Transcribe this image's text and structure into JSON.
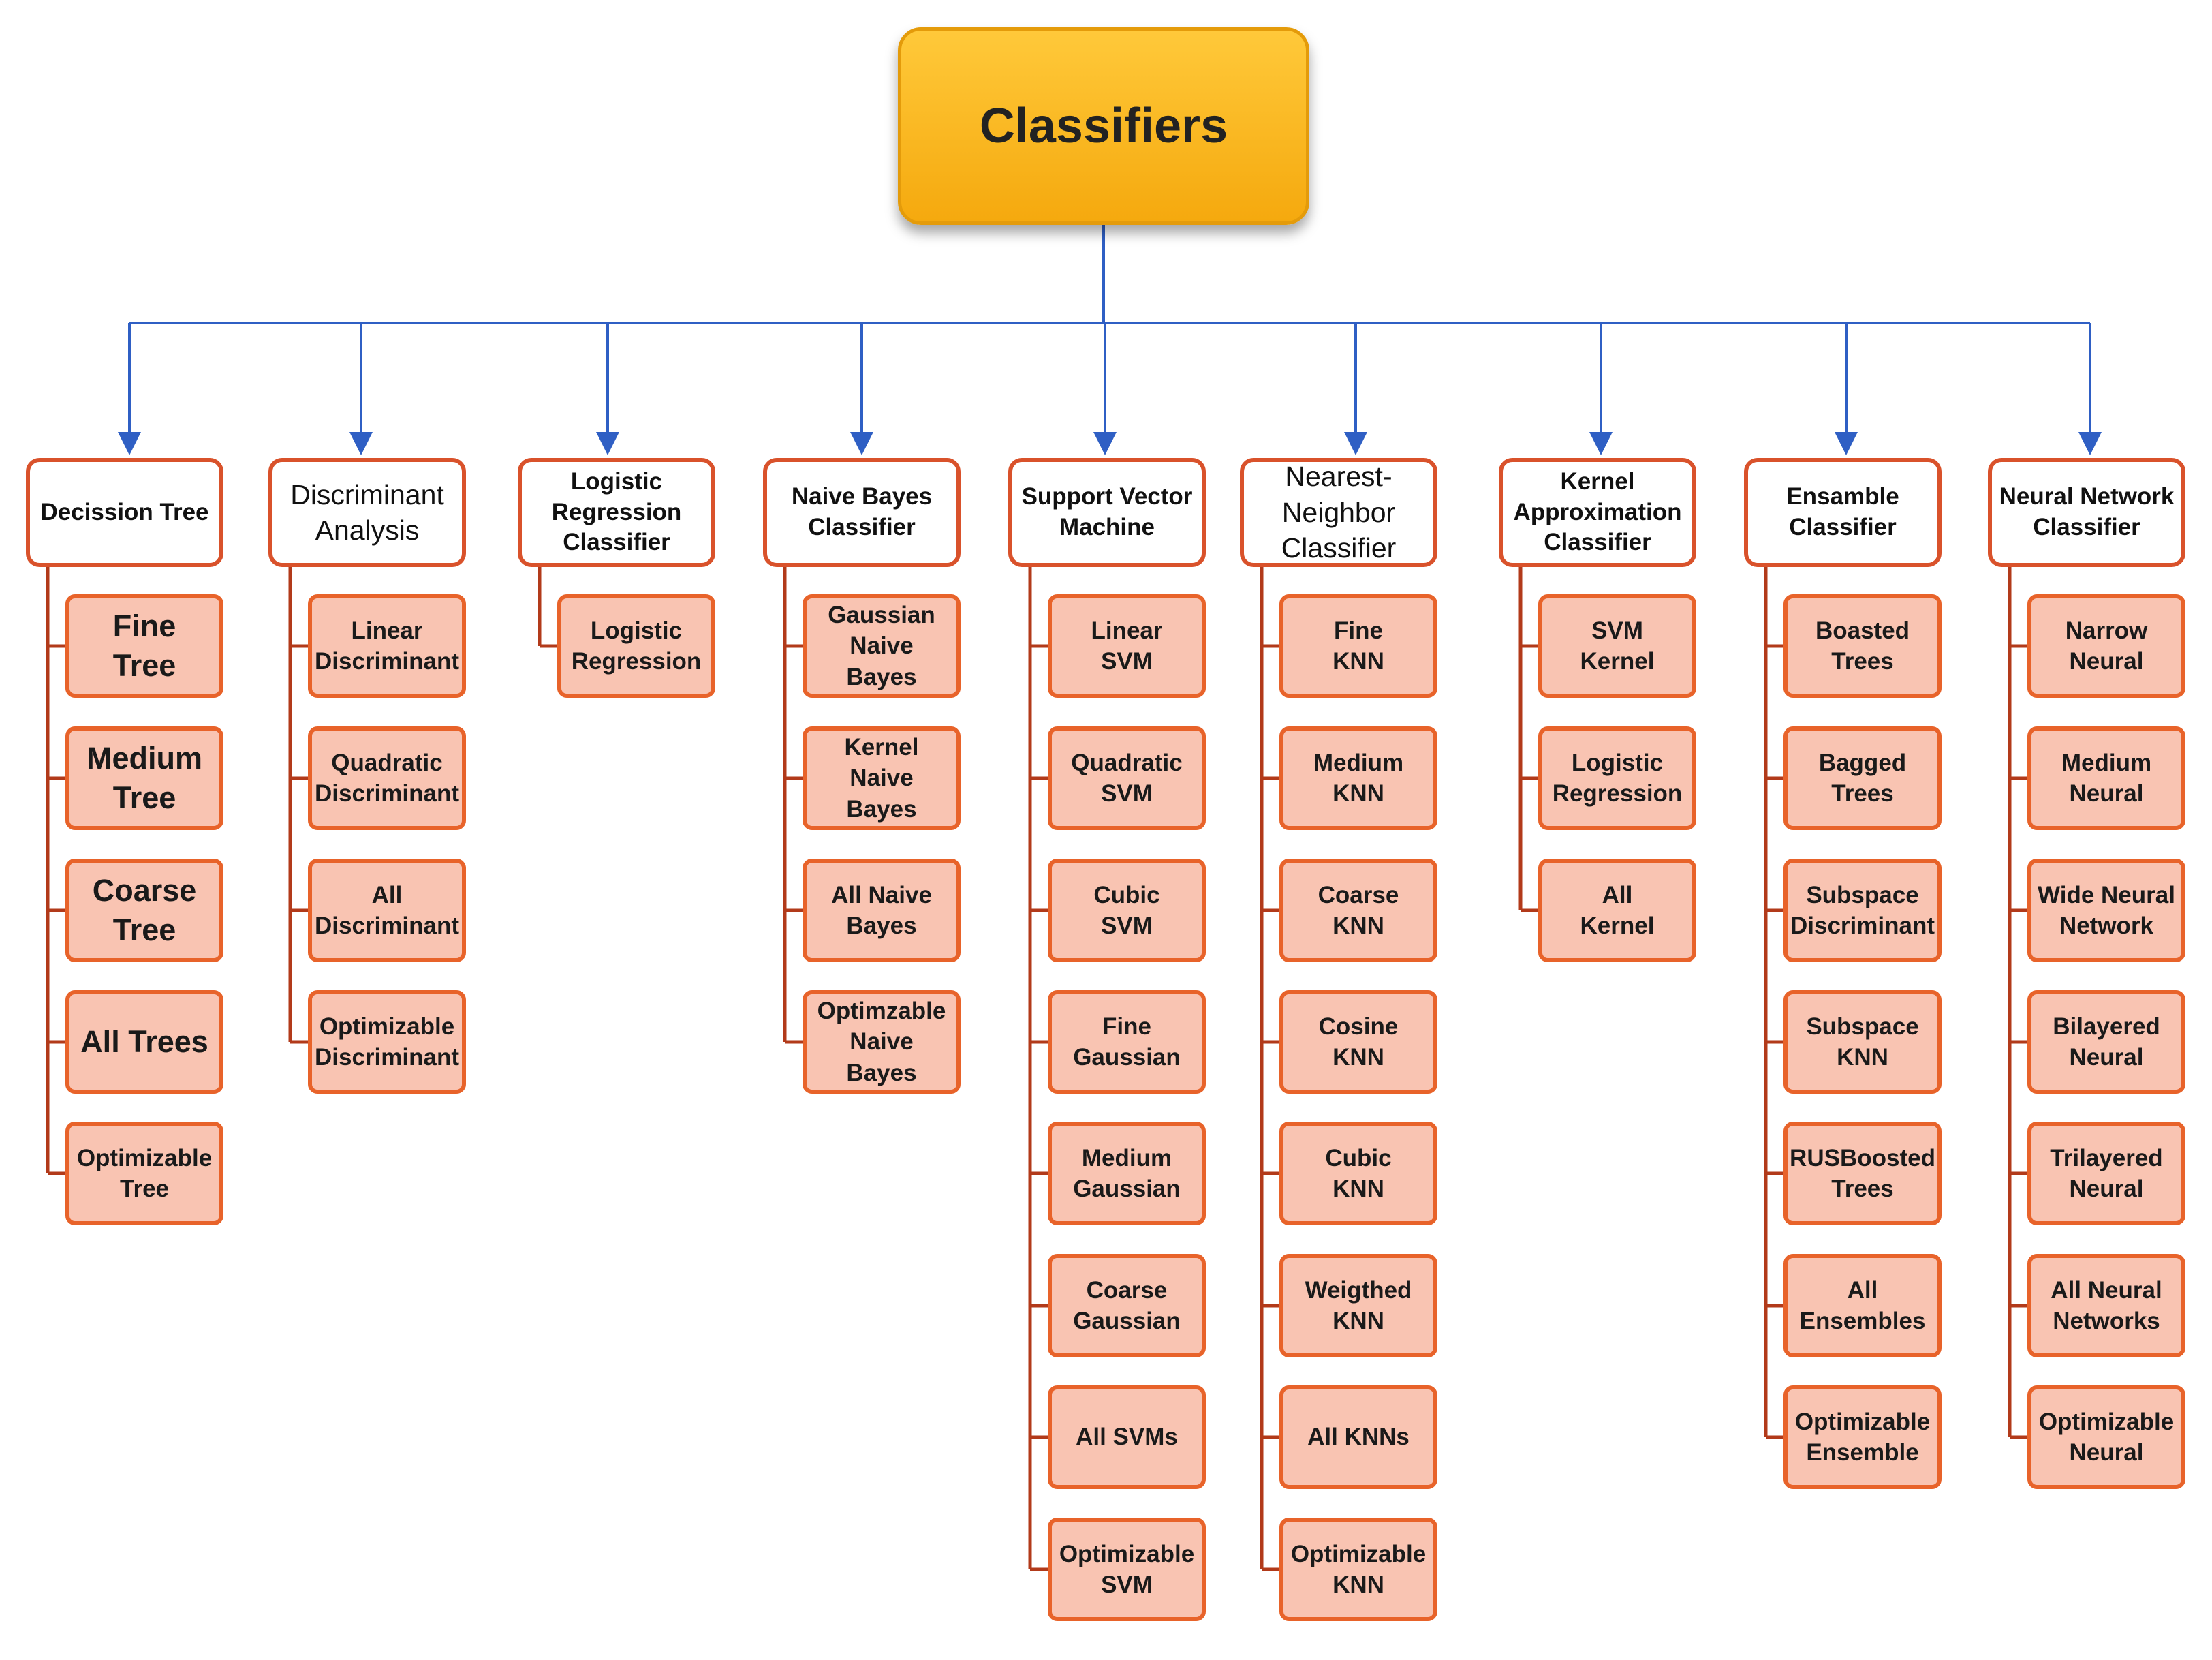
{
  "root": {
    "label": "Classifiers"
  },
  "colors": {
    "root_fill": "#f9b81c",
    "connector_blue": "#2f5fc4",
    "branch_line": "#b23a1a",
    "category_border": "#d9522b",
    "leaf_fill": "#f9c4b2",
    "leaf_border": "#e8632a"
  },
  "categories": [
    {
      "id": "decision-tree",
      "label": "Decission Tree",
      "items": [
        "Fine\nTree",
        "Medium\nTree",
        "Coarse\nTree",
        "All Trees",
        "Optimizable\nTree"
      ]
    },
    {
      "id": "discriminant-analysis",
      "label": "Discriminant\nAnalysis",
      "items": [
        "Linear\nDiscriminant",
        "Quadratic\nDiscriminant",
        "All\nDiscriminant",
        "Optimizable\nDiscriminant"
      ]
    },
    {
      "id": "logistic-regression-classifier",
      "label": "Logistic\nRegression\nClassifier",
      "items": [
        "Logistic\nRegression"
      ]
    },
    {
      "id": "naive-bayes-classifier",
      "label": "Naive Bayes\nClassifier",
      "items": [
        "Gaussian\nNaive Bayes",
        "Kernel Naive\nBayes",
        "All Naive\nBayes",
        "Optimzable\nNaive Bayes"
      ]
    },
    {
      "id": "support-vector-machine",
      "label": "Support Vector\nMachine",
      "items": [
        "Linear\nSVM",
        "Quadratic\nSVM",
        "Cubic\nSVM",
        "Fine\nGaussian",
        "Medium\nGaussian",
        "Coarse\nGaussian",
        "All SVMs",
        "Optimizable\nSVM"
      ]
    },
    {
      "id": "nearest-neighbor-classifier",
      "label": "Nearest-Neighbor\nClassifier",
      "items": [
        "Fine\nKNN",
        "Medium\nKNN",
        "Coarse\nKNN",
        "Cosine\nKNN",
        "Cubic\nKNN",
        "Weigthed\nKNN",
        "All KNNs",
        "Optimizable\nKNN"
      ]
    },
    {
      "id": "kernel-approximation-classifier",
      "label": "Kernel\nApproximation\nClassifier",
      "items": [
        "SVM\nKernel",
        "Logistic\nRegression",
        "All\nKernel"
      ]
    },
    {
      "id": "ensamble-classifier",
      "label": "Ensamble\nClassifier",
      "items": [
        "Boasted\nTrees",
        "Bagged\nTrees",
        "Subspace\nDiscriminant",
        "Subspace\nKNN",
        "RUSBoosted\nTrees",
        "All\nEnsembles",
        "Optimizable\nEnsemble"
      ]
    },
    {
      "id": "neural-network-classifier",
      "label": "Neural Network\nClassifier",
      "items": [
        "Narrow\nNeural",
        "Medium\nNeural",
        "Wide Neural\nNetwork",
        "Bilayered\nNeural",
        "Trilayered\nNeural",
        "All Neural\nNetworks",
        "Optimizable\nNeural"
      ]
    }
  ]
}
